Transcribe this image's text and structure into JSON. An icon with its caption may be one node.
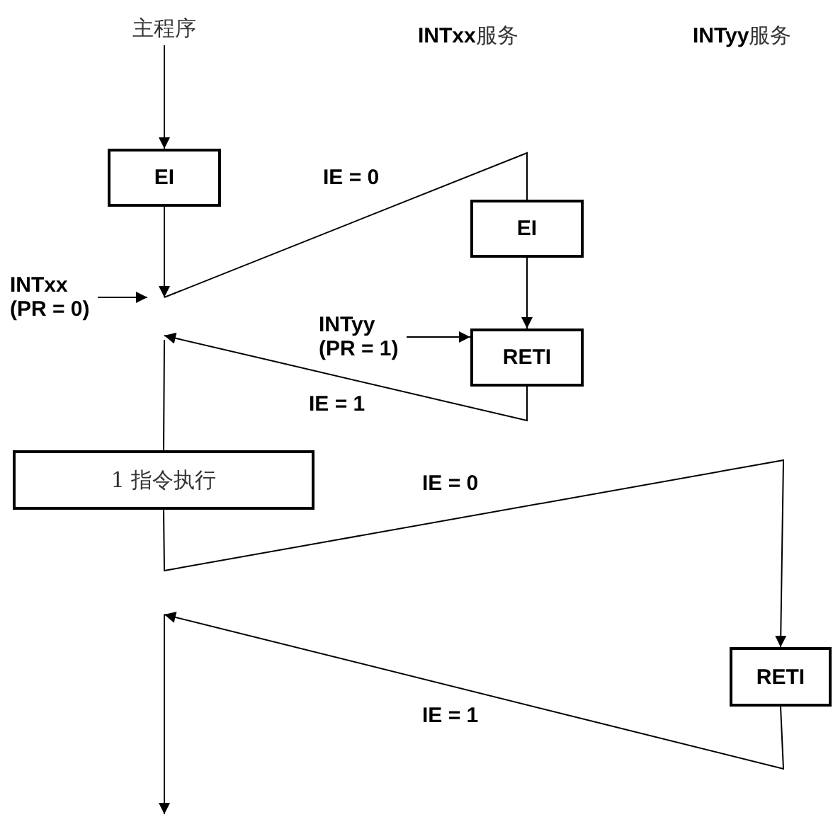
{
  "diagram": {
    "nodes": [
      {
        "text": [
          "主程序"
        ]
      },
      {
        "text": [
          "EI"
        ]
      },
      {
        "text": [
          "EI"
        ]
      },
      {
        "text": [
          "INTxx (PR = 0)"
        ]
      },
      {
        "text": [
          "INTyy (PR = 1)"
        ]
      },
      {
        "text": [
          "RETI"
        ]
      },
      {
        "text": [
          "1 指令执行"
        ]
      },
      {
        "text": [
          "RETI"
        ]
      }
    ],
    "edges": [
      {
        "from": 0,
        "to": 1,
        "arrow": "to"
      },
      {
        "from": 1,
        "to": null,
        "arrow": "to"
      },
      {
        "from": null,
        "to": 2,
        "arrow": "none",
        "label": "IE = 0"
      },
      {
        "from": 3,
        "to": null,
        "arrow": "to"
      },
      {
        "from": 2,
        "to": 5,
        "arrow": "to"
      },
      {
        "from": 4,
        "to": 5,
        "arrow": "to"
      },
      {
        "from": 5,
        "to": null,
        "arrow": "to",
        "label": "IE = 1"
      },
      {
        "from": null,
        "to": 6,
        "arrow": "none"
      },
      {
        "from": 6,
        "to": 7,
        "arrow": "to",
        "label": "IE = 0"
      },
      {
        "from": 7,
        "to": null,
        "arrow": "to",
        "label": "IE = 1"
      }
    ],
    "labels": [
      "**INTxx**服务",
      "**INTyy**服务"
    ]
  }
}
